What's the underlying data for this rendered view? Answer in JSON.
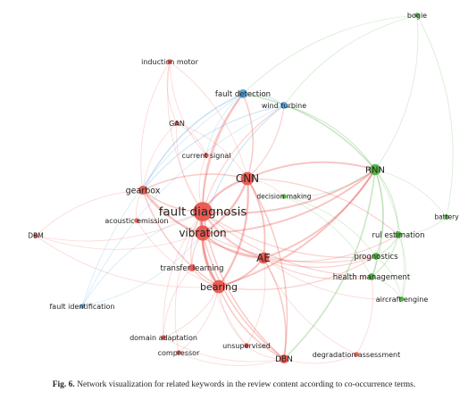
{
  "colors": {
    "red_cluster": "#e8524a",
    "green_cluster": "#4cae3f",
    "blue_cluster": "#4f9ed8"
  },
  "nodes": [
    {
      "id": "bogie",
      "label": "bogie",
      "cluster": "green",
      "weight": 1
    },
    {
      "id": "induction-motor",
      "label": "induction motor",
      "cluster": "red",
      "weight": 1
    },
    {
      "id": "fault-detection",
      "label": "fault detection",
      "cluster": "blue",
      "weight": 3
    },
    {
      "id": "wind-turbine",
      "label": "wind turbine",
      "cluster": "blue",
      "weight": 2
    },
    {
      "id": "gan",
      "label": "GAN",
      "cluster": "red",
      "weight": 1
    },
    {
      "id": "current-signal",
      "label": "current signal",
      "cluster": "red",
      "weight": 1
    },
    {
      "id": "cnn",
      "label": "CNN",
      "cluster": "red",
      "weight": 5
    },
    {
      "id": "rnn",
      "label": "RNN",
      "cluster": "green",
      "weight": 4
    },
    {
      "id": "gearbox",
      "label": "gearbox",
      "cluster": "red",
      "weight": 3
    },
    {
      "id": "decision-making",
      "label": "decision making",
      "cluster": "green",
      "weight": 1
    },
    {
      "id": "fault-diagnosis",
      "label": "fault diagnosis",
      "cluster": "red",
      "weight": 8
    },
    {
      "id": "acoustic-emission",
      "label": "acoustic emission",
      "cluster": "red",
      "weight": 1
    },
    {
      "id": "battery",
      "label": "battery",
      "cluster": "green",
      "weight": 1
    },
    {
      "id": "dbm",
      "label": "DBM",
      "cluster": "red",
      "weight": 1
    },
    {
      "id": "vibration",
      "label": "vibration",
      "cluster": "red",
      "weight": 6
    },
    {
      "id": "rul-estimation",
      "label": "rul estimation",
      "cluster": "green",
      "weight": 2
    },
    {
      "id": "prognostics",
      "label": "prognostics",
      "cluster": "green",
      "weight": 2
    },
    {
      "id": "ae",
      "label": "AE",
      "cluster": "red",
      "weight": 4
    },
    {
      "id": "transfer-learning",
      "label": "transfer learning",
      "cluster": "red",
      "weight": 2
    },
    {
      "id": "health-management",
      "label": "health management",
      "cluster": "green",
      "weight": 2
    },
    {
      "id": "bearing",
      "label": "bearing",
      "cluster": "red",
      "weight": 5
    },
    {
      "id": "aircraft-engine",
      "label": "aircraft engine",
      "cluster": "green",
      "weight": 1
    },
    {
      "id": "fault-identification",
      "label": "fault identification",
      "cluster": "blue",
      "weight": 1
    },
    {
      "id": "domain-adaptation",
      "label": "domain adaptation",
      "cluster": "red",
      "weight": 1
    },
    {
      "id": "unsupervised",
      "label": "unsupervised",
      "cluster": "red",
      "weight": 1
    },
    {
      "id": "compressor",
      "label": "compressor",
      "cluster": "red",
      "weight": 1
    },
    {
      "id": "dbn",
      "label": "DBN",
      "cluster": "red",
      "weight": 3
    },
    {
      "id": "degradation-assessment",
      "label": "degradation assessment",
      "cluster": "red",
      "weight": 1
    }
  ],
  "edges": [
    [
      "fault-diagnosis",
      "cnn"
    ],
    [
      "fault-diagnosis",
      "vibration"
    ],
    [
      "fault-diagnosis",
      "bearing"
    ],
    [
      "fault-diagnosis",
      "ae"
    ],
    [
      "fault-diagnosis",
      "gearbox"
    ],
    [
      "fault-diagnosis",
      "dbn"
    ],
    [
      "fault-diagnosis",
      "transfer-learning"
    ],
    [
      "fault-diagnosis",
      "rnn"
    ],
    [
      "fault-diagnosis",
      "fault-detection"
    ],
    [
      "fault-diagnosis",
      "induction-motor"
    ],
    [
      "fault-diagnosis",
      "gan"
    ],
    [
      "fault-diagnosis",
      "current-signal"
    ],
    [
      "fault-diagnosis",
      "acoustic-emission"
    ],
    [
      "fault-diagnosis",
      "dbm"
    ],
    [
      "fault-diagnosis",
      "domain-adaptation"
    ],
    [
      "fault-diagnosis",
      "unsupervised"
    ],
    [
      "fault-diagnosis",
      "compressor"
    ],
    [
      "fault-diagnosis",
      "wind-turbine"
    ],
    [
      "fault-diagnosis",
      "prognostics"
    ],
    [
      "fault-diagnosis",
      "health-management"
    ],
    [
      "vibration",
      "cnn"
    ],
    [
      "vibration",
      "bearing"
    ],
    [
      "vibration",
      "ae"
    ],
    [
      "vibration",
      "gearbox"
    ],
    [
      "vibration",
      "dbn"
    ],
    [
      "vibration",
      "rnn"
    ],
    [
      "vibration",
      "fault-detection"
    ],
    [
      "vibration",
      "transfer-learning"
    ],
    [
      "vibration",
      "dbm"
    ],
    [
      "vibration",
      "prognostics"
    ],
    [
      "cnn",
      "bearing"
    ],
    [
      "cnn",
      "ae"
    ],
    [
      "cnn",
      "rnn"
    ],
    [
      "cnn",
      "gearbox"
    ],
    [
      "cnn",
      "fault-detection"
    ],
    [
      "cnn",
      "wind-turbine"
    ],
    [
      "cnn",
      "gan"
    ],
    [
      "cnn",
      "induction-motor"
    ],
    [
      "cnn",
      "dbn"
    ],
    [
      "cnn",
      "rul-estimation"
    ],
    [
      "cnn",
      "decision-making"
    ],
    [
      "bearing",
      "ae"
    ],
    [
      "bearing",
      "dbn"
    ],
    [
      "bearing",
      "transfer-learning"
    ],
    [
      "bearing",
      "gearbox"
    ],
    [
      "bearing",
      "rnn"
    ],
    [
      "bearing",
      "domain-adaptation"
    ],
    [
      "bearing",
      "unsupervised"
    ],
    [
      "bearing",
      "prognostics"
    ],
    [
      "bearing",
      "compressor"
    ],
    [
      "ae",
      "rnn"
    ],
    [
      "ae",
      "dbn"
    ],
    [
      "ae",
      "prognostics"
    ],
    [
      "ae",
      "health-management"
    ],
    [
      "ae",
      "unsupervised"
    ],
    [
      "ae",
      "degradation-assessment"
    ],
    [
      "ae",
      "gearbox"
    ],
    [
      "ae",
      "rul-estimation"
    ],
    [
      "ae",
      "aircraft-engine"
    ],
    [
      "rnn",
      "rul-estimation"
    ],
    [
      "rnn",
      "prognostics"
    ],
    [
      "rnn",
      "health-management"
    ],
    [
      "rnn",
      "aircraft-engine"
    ],
    [
      "rnn",
      "battery"
    ],
    [
      "rnn",
      "bogie"
    ],
    [
      "rnn",
      "decision-making"
    ],
    [
      "rnn",
      "wind-turbine"
    ],
    [
      "rnn",
      "fault-detection"
    ],
    [
      "rnn",
      "dbn"
    ],
    [
      "rul-estimation",
      "prognostics"
    ],
    [
      "rul-estimation",
      "health-management"
    ],
    [
      "rul-estimation",
      "aircraft-engine"
    ],
    [
      "rul-estimation",
      "battery"
    ],
    [
      "prognostics",
      "health-management"
    ],
    [
      "prognostics",
      "aircraft-engine"
    ],
    [
      "health-management",
      "aircraft-engine"
    ],
    [
      "battery",
      "bogie"
    ],
    [
      "bogie",
      "wind-turbine"
    ],
    [
      "bogie",
      "fault-detection"
    ],
    [
      "fault-detection",
      "wind-turbine"
    ],
    [
      "fault-detection",
      "fault-identification"
    ],
    [
      "fault-detection",
      "gearbox"
    ],
    [
      "fault-detection",
      "current-signal"
    ],
    [
      "wind-turbine",
      "fault-identification"
    ],
    [
      "wind-turbine",
      "gearbox"
    ],
    [
      "wind-turbine",
      "vibration"
    ],
    [
      "fault-identification",
      "vibration"
    ],
    [
      "fault-identification",
      "fault-diagnosis"
    ],
    [
      "gearbox",
      "acoustic-emission"
    ],
    [
      "gearbox",
      "dbm"
    ],
    [
      "gearbox",
      "gan"
    ],
    [
      "gearbox",
      "induction-motor"
    ],
    [
      "dbn",
      "unsupervised"
    ],
    [
      "dbn",
      "degradation-assessment"
    ],
    [
      "dbn",
      "compressor"
    ],
    [
      "dbn",
      "domain-adaptation"
    ],
    [
      "gan",
      "induction-motor"
    ],
    [
      "gan",
      "current-signal"
    ],
    [
      "current-signal",
      "induction-motor"
    ],
    [
      "transfer-learning",
      "domain-adaptation"
    ],
    [
      "dbm",
      "bearing"
    ],
    [
      "acoustic-emission",
      "bearing"
    ],
    [
      "decision-making",
      "prognostics"
    ],
    [
      "decision-making",
      "health-management"
    ],
    [
      "degradation-assessment",
      "health-management"
    ]
  ],
  "caption": {
    "figure_number": "Fig. 6.",
    "text": "Network visualization for related keywords in the review content according to co-occurrence terms."
  }
}
